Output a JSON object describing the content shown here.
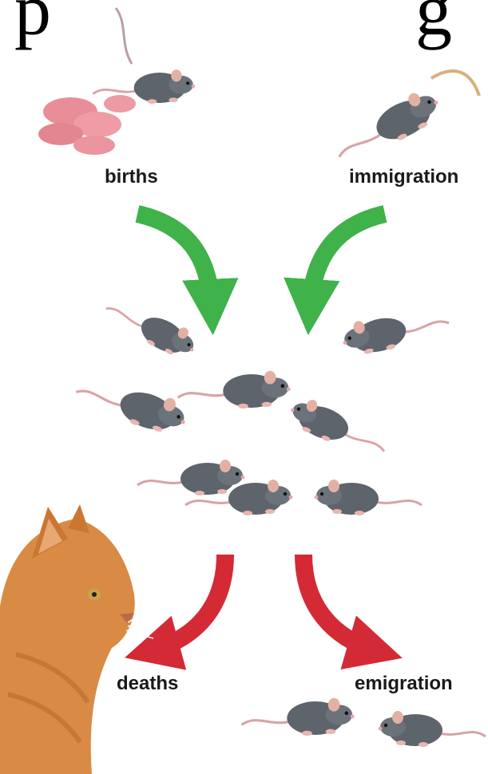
{
  "header": {
    "left_fragment": "p",
    "right_fragment": "g"
  },
  "labels": {
    "births": "births",
    "immigration": "immigration",
    "deaths": "deaths",
    "emigration": "emigration"
  },
  "colors": {
    "inflow_arrow": "#3fb24a",
    "outflow_arrow": "#d42a35",
    "mouse_fur": "#5e646b",
    "newborn_pink": "#e98e99",
    "cat_fur": "#d98a44"
  },
  "illustrations": {
    "births": "mouse-with-newborns",
    "immigration": "arriving-mouse",
    "population": "mouse-population-cluster",
    "predator": "cat",
    "emigration": "departing-mice"
  }
}
